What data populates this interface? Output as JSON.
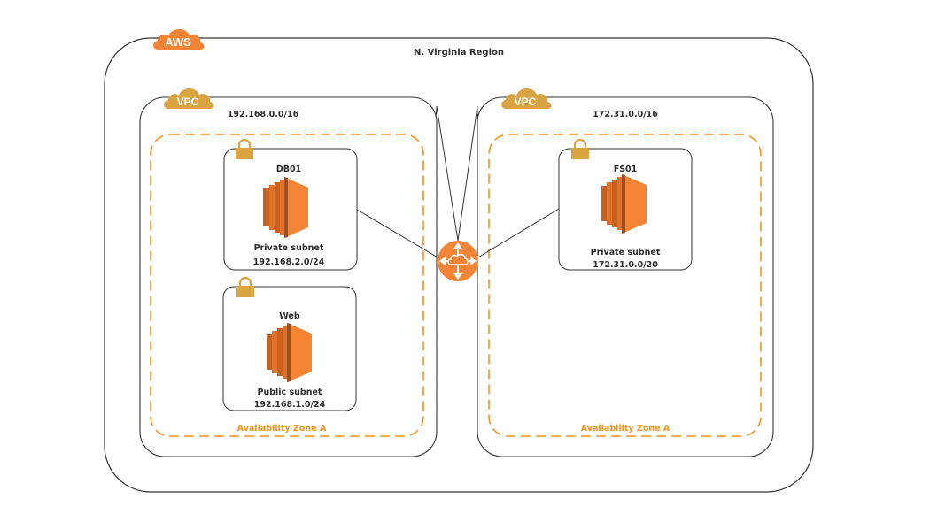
{
  "region": {
    "badge": "AWS",
    "title": "N. Virginia Region"
  },
  "vpcs": [
    {
      "badge": "VPC",
      "cidr": "192.168.0.0/16",
      "availability_zone": "Availability Zone A",
      "subnets": [
        {
          "instance": "DB01",
          "type": "Private subnet",
          "cidr": "192.168.2.0/24"
        },
        {
          "instance": "Web",
          "type": "Public subnet",
          "cidr": "192.168.1.0/24"
        }
      ]
    },
    {
      "badge": "VPC",
      "cidr": "172.31.0.0/16",
      "availability_zone": "Availability Zone A",
      "subnets": [
        {
          "instance": "FS01",
          "type": "Private subnet",
          "cidr": "172.31.0.0/20"
        }
      ]
    }
  ],
  "router": {
    "icon": "vpc-peering-router-icon"
  },
  "colors": {
    "aws_orange": "#f58536",
    "vpc_gold": "#d9a441",
    "az_orange": "#f7941d",
    "ec2_orange": "#f58534",
    "ec2_dark": "#9d5025",
    "line": "#333333"
  }
}
